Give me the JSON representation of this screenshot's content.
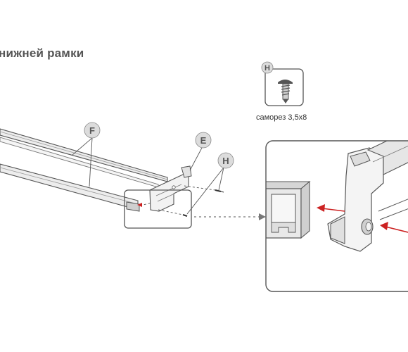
{
  "title": "нижней рамки",
  "part_card": {
    "letter": "H",
    "caption": "саморез 3,5х8"
  },
  "callouts": {
    "f": "F",
    "e": "E",
    "h": "H"
  },
  "colors": {
    "line": "#555555",
    "frame_fill": "#ededed",
    "frame_dark": "#bdbdbd",
    "arrow_red": "#cc2222",
    "callout_fill": "#dcdcdc"
  }
}
